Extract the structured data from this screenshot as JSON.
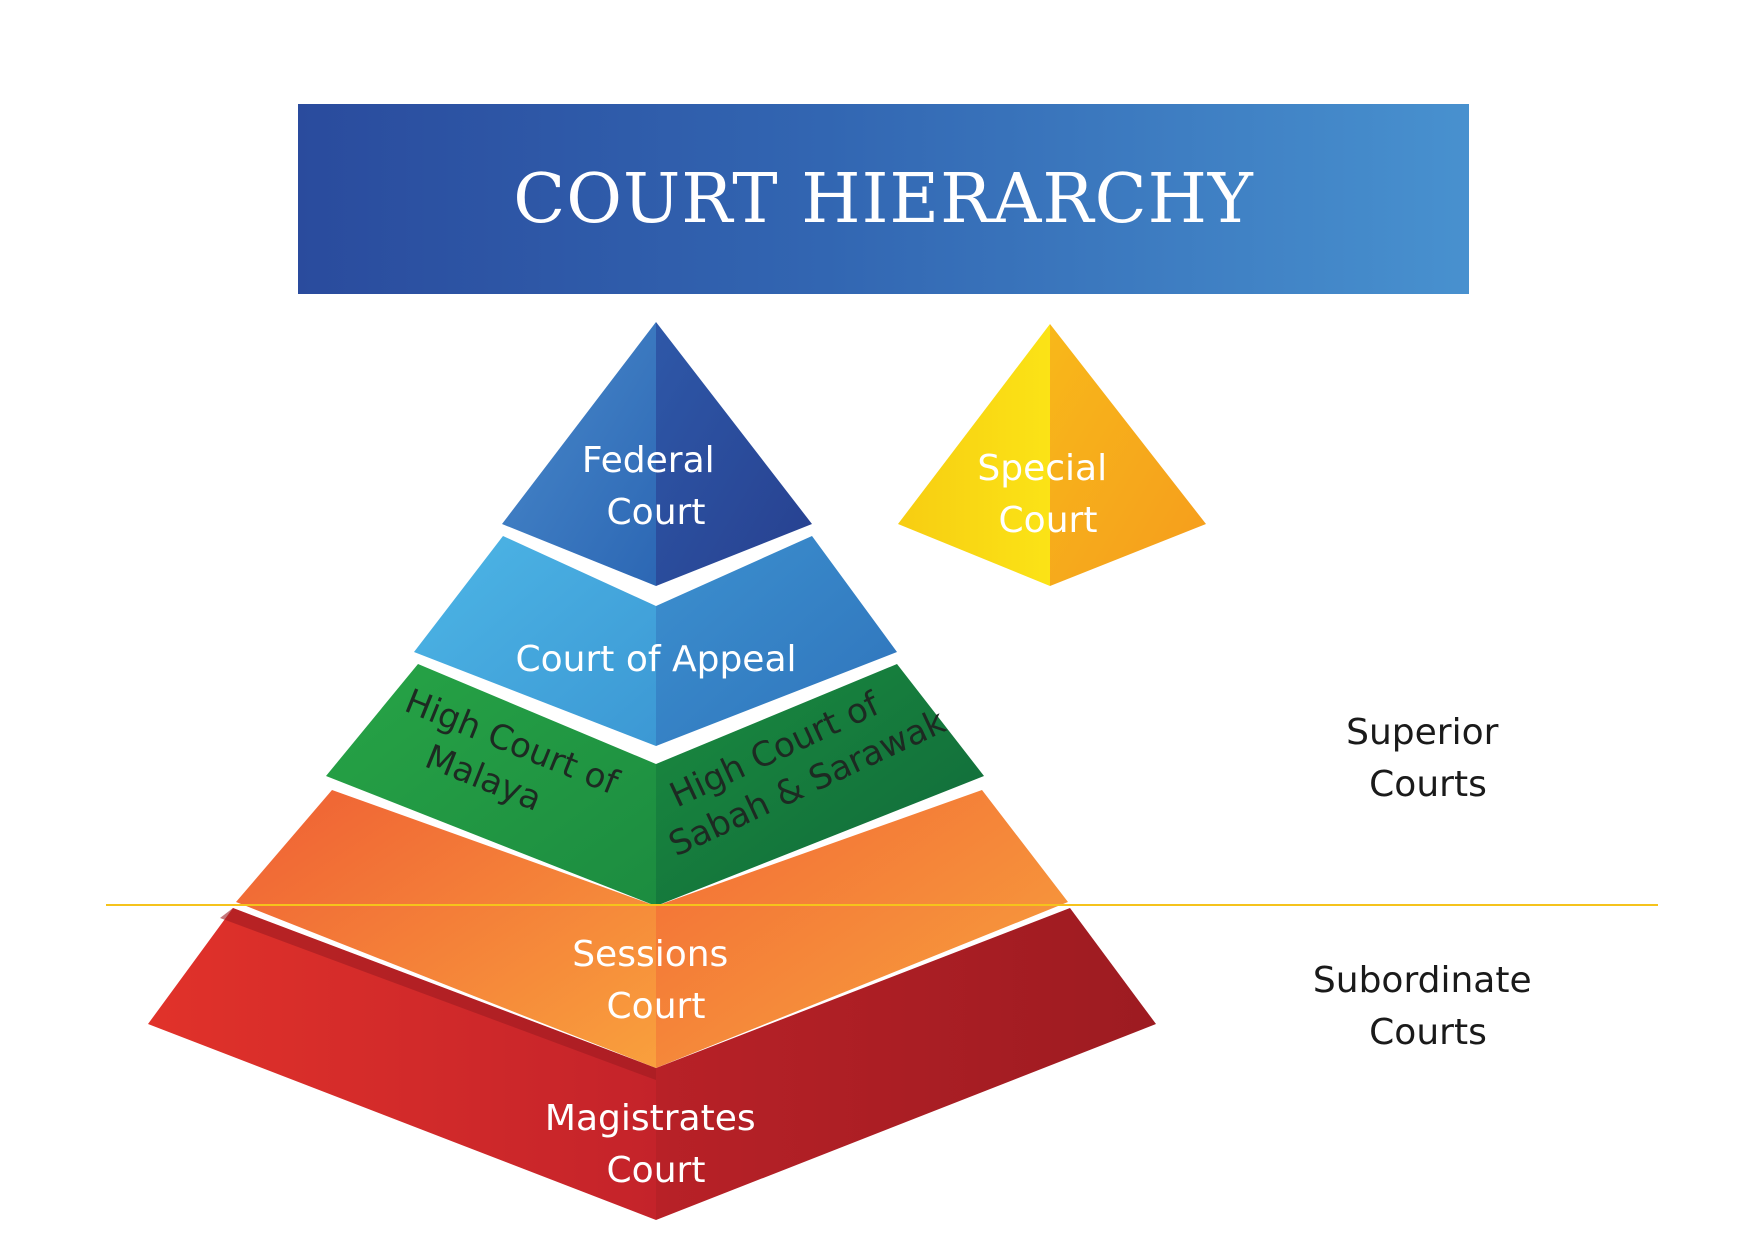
{
  "title": "COURT HIERARCHY",
  "tiers": {
    "federal": [
      "Federal",
      "Court"
    ],
    "appeal": "Court of Appeal",
    "high_malaya": [
      "High Court of",
      "Malaya"
    ],
    "high_sabah": [
      "High Court of",
      "Sabah & Sarawak"
    ],
    "sessions": [
      "Sessions",
      "Court"
    ],
    "magistrates": [
      "Magistrates",
      "Court"
    ],
    "special": [
      "Special",
      "Court"
    ]
  },
  "categories": {
    "superior": [
      "Superior",
      "Courts"
    ],
    "subordinate": [
      "Subordinate",
      "Courts"
    ]
  },
  "colors": {
    "banner": "#2a4b9d",
    "federal": "#2d59aa",
    "appeal": "#3a95d2",
    "high": "#1f8d3e",
    "sessions": "#f4823a",
    "magistrates": "#c6262a",
    "special": "#f9b816",
    "divider": "#f5c31c"
  }
}
